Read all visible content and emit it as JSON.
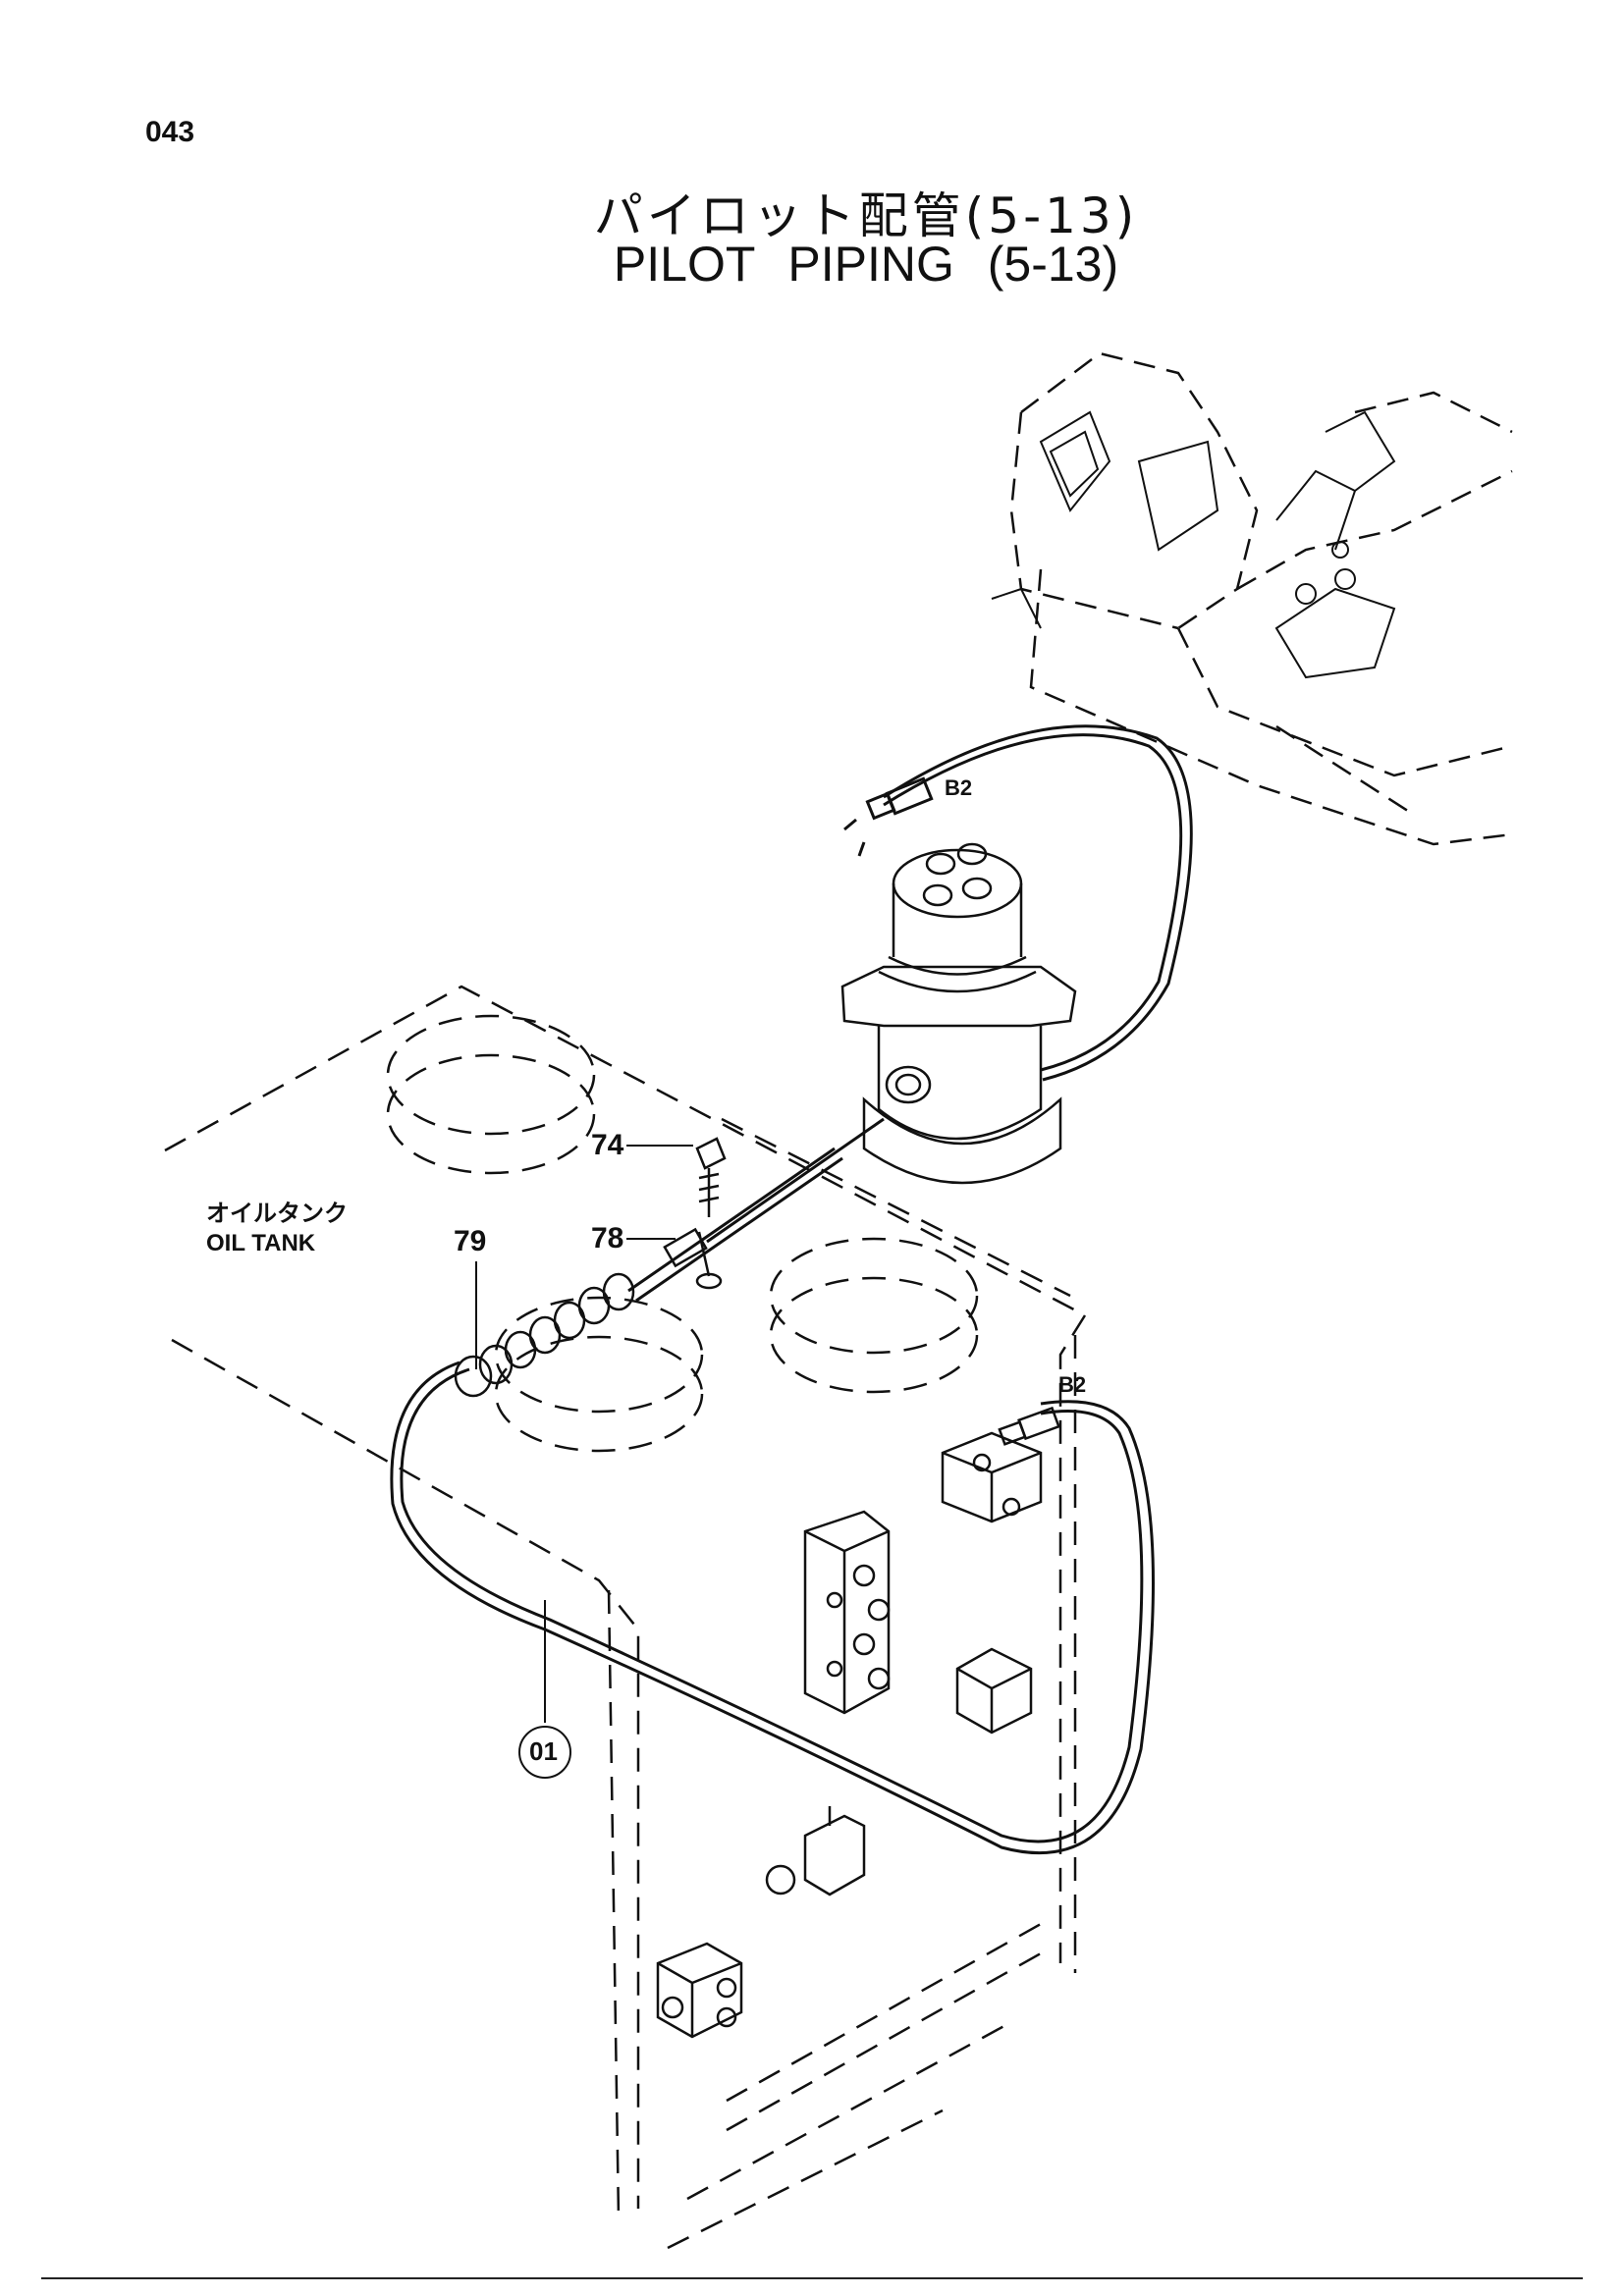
{
  "page_number": "043",
  "title": {
    "japanese": "パイロット配管(5-13)",
    "english": "PILOT   PIPING (5-13)"
  },
  "labels": {
    "oil_tank_jp": "オイルタンク",
    "oil_tank_en": "OIL TANK",
    "port_top": "B2",
    "port_bottom": "B2"
  },
  "callouts": {
    "part_74": "74",
    "part_78": "78",
    "part_79": "79",
    "part_01": "01"
  }
}
